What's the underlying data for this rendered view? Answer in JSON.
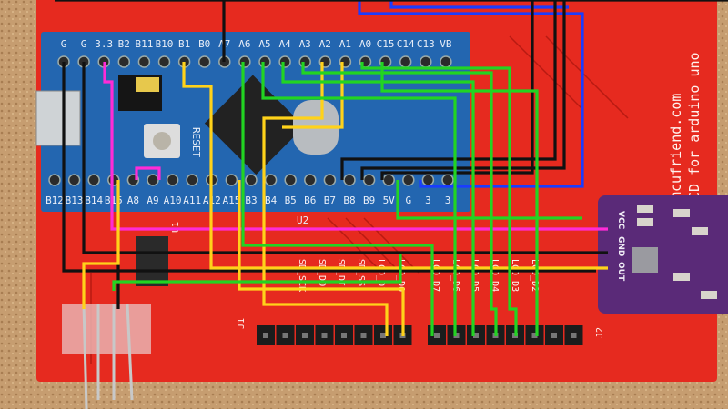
{
  "blue_pill": {
    "top_pins": [
      "G",
      "G",
      "3.3",
      "B2",
      "B11",
      "B10",
      "B1",
      "B0",
      "A7",
      "A6",
      "A5",
      "A4",
      "A3",
      "A2",
      "A1",
      "A0",
      "C15",
      "C14",
      "C13",
      "VB"
    ],
    "bottom_pins": [
      "B12",
      "B13",
      "B14",
      "B15",
      "A8",
      "A9",
      "A10",
      "A11",
      "A12",
      "A15",
      "B3",
      "B4",
      "B5",
      "B6",
      "B7",
      "B8",
      "B9",
      "5V",
      "G",
      "3",
      "3"
    ],
    "reset_label": "RESET",
    "chip_label": "U2"
  },
  "shield": {
    "brand": "mcufriend.com",
    "subtitle": "CD for arduino uno",
    "j1": "J1",
    "j2": "J2",
    "u1": "U1",
    "header_labels": [
      "SD_SCK",
      "SD_DO",
      "SD_DI",
      "SD_SS",
      "LCD_D1",
      "LCD_D0",
      "LCD_D7",
      "LCD_D6",
      "LCD_D5",
      "LCD_D4",
      "LCD_D3",
      "LCD_D2"
    ]
  },
  "sensor": {
    "pins": [
      "VCC",
      "GND",
      "OUT"
    ]
  },
  "colors": {
    "pcb_red": "#e62a1f",
    "blue_pill": "#2366b0",
    "sensor_purple": "#5a2a78",
    "wire_green": "#22d422",
    "wire_yellow": "#ffd21a",
    "wire_black": "#111111",
    "wire_blue": "#1a3cff",
    "wire_magenta": "#ff2bd6"
  }
}
